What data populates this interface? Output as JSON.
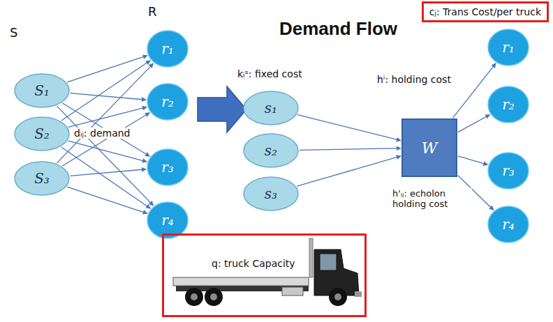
{
  "diagram": {
    "title": "Demand Flow",
    "nodes": [
      {
        "text": [
          "S₁"
        ]
      },
      {
        "text": [
          "S₂"
        ]
      },
      {
        "text": [
          "S₃"
        ]
      },
      {
        "text": [
          "r₁"
        ]
      },
      {
        "text": [
          "r₂"
        ]
      },
      {
        "text": [
          "r₃"
        ]
      },
      {
        "text": [
          "r₄"
        ]
      },
      {
        "text": [
          "s₁"
        ]
      },
      {
        "text": [
          "s₂"
        ]
      },
      {
        "text": [
          "s₃"
        ]
      },
      {
        "text": [
          "W"
        ]
      },
      {
        "text": [
          "r₁"
        ]
      },
      {
        "text": [
          "r₂"
        ]
      },
      {
        "text": [
          "r₃"
        ]
      },
      {
        "text": [
          "r₄"
        ]
      },
      {
        "text": [
          "cⱼ: Trans Cost/per truck"
        ]
      },
      {
        "text": [
          "q: truck Capacity"
        ]
      }
    ],
    "edges": [
      {
        "from": 0,
        "to": 3,
        "arrow": "to"
      },
      {
        "from": 0,
        "to": 4,
        "arrow": "to"
      },
      {
        "from": 0,
        "to": 5,
        "arrow": "to"
      },
      {
        "from": 0,
        "to": 6,
        "arrow": "to"
      },
      {
        "from": 1,
        "to": 3,
        "arrow": "to"
      },
      {
        "from": 1,
        "to": 4,
        "arrow": "to"
      },
      {
        "from": 1,
        "to": 5,
        "arrow": "to"
      },
      {
        "from": 1,
        "to": 6,
        "arrow": "to"
      },
      {
        "from": 2,
        "to": 3,
        "arrow": "to"
      },
      {
        "from": 2,
        "to": 4,
        "arrow": "to"
      },
      {
        "from": 2,
        "to": 5,
        "arrow": "to"
      },
      {
        "from": 2,
        "to": 6,
        "arrow": "to"
      },
      {
        "from": 7,
        "to": 10,
        "arrow": "to"
      },
      {
        "from": 8,
        "to": 10,
        "arrow": "to"
      },
      {
        "from": 9,
        "to": 10,
        "arrow": "to"
      },
      {
        "from": 10,
        "to": 11,
        "arrow": "to"
      },
      {
        "from": 10,
        "to": 12,
        "arrow": "to"
      },
      {
        "from": 10,
        "to": 13,
        "arrow": "to"
      },
      {
        "from": 10,
        "to": 14,
        "arrow": "to"
      }
    ],
    "labels": [
      "S",
      "R",
      "dᵢⱼ: demand",
      "kᵢˢ: fixed cost",
      "hⁱ: holding cost",
      "h'ᵢⱼ: echolon holding cost"
    ]
  }
}
